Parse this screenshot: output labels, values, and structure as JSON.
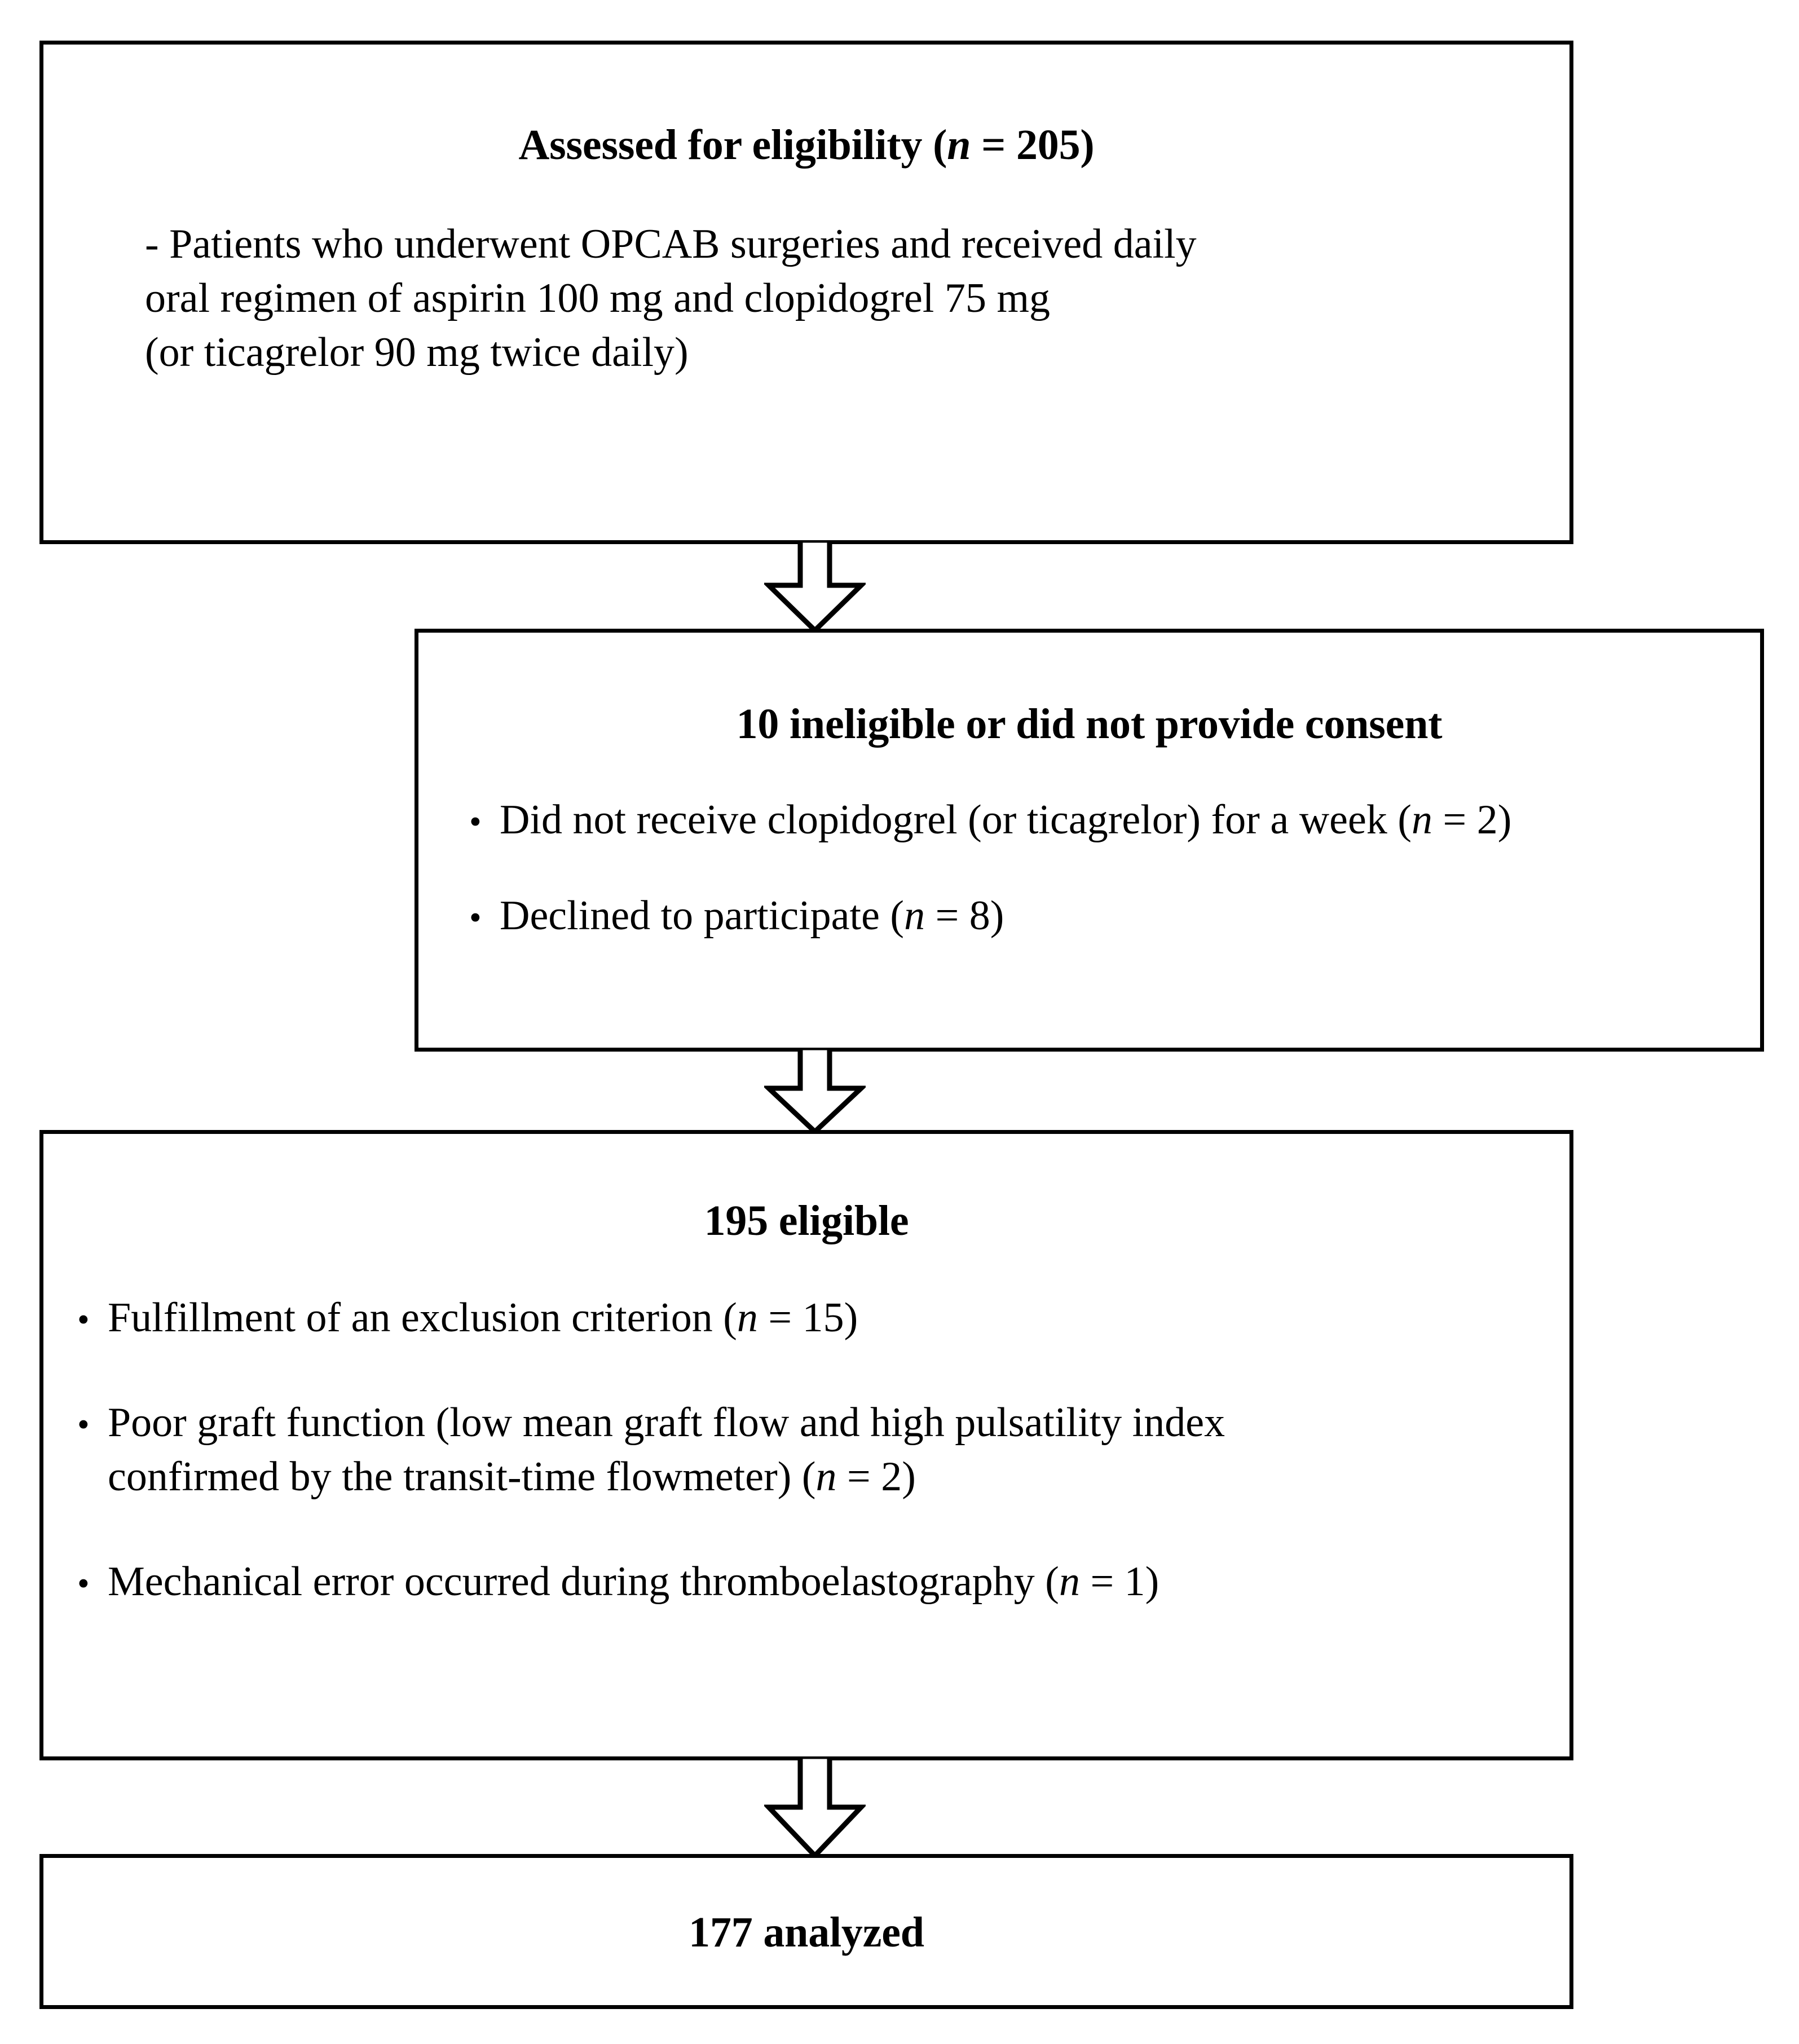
{
  "diagram": {
    "type": "patient-flow-consort",
    "boxes": [
      {
        "id": "assessed",
        "title_prefix": "Assessed for eligibility (",
        "title_italic": "n",
        "title_suffix": " = 205)",
        "lines": [
          "- Patients who underwent OPCAB surgeries and received daily",
          "oral regimen of aspirin 100 mg and clopidogrel 75 mg",
          "(or ticagrelor 90 mg twice daily)"
        ]
      },
      {
        "id": "ineligible",
        "title": "10 ineligible or did not provide consent",
        "bullets": [
          {
            "glyph": "•",
            "prefix": "Did not receive clopidogrel (or ticagrelor) for a week (",
            "italic": "n",
            "suffix": " = 2)"
          },
          {
            "glyph": "•",
            "prefix": "Declined to participate (",
            "italic": "n",
            "suffix": " = 8)"
          }
        ]
      },
      {
        "id": "eligible",
        "title": "195 eligible",
        "bullets": [
          {
            "glyph": "•",
            "prefix": "Fulfillment of an exclusion criterion (",
            "italic": "n",
            "suffix": " = 15)"
          },
          {
            "glyph": "•",
            "prefix": "Poor graft function (low mean graft flow and high pulsatility index",
            "continuation_prefix": "confirmed by the transit-time flowmeter) (",
            "italic": "n",
            "suffix": " = 2)"
          },
          {
            "glyph": "•",
            "prefix": "Mechanical error occurred during thromboelastography (",
            "italic": "n",
            "suffix": " = 1)"
          }
        ]
      },
      {
        "id": "analyzed",
        "title": "177 analyzed"
      }
    ],
    "arrows": [
      {
        "id": "arrow-assessed-to-ineligible",
        "direction": "down"
      },
      {
        "id": "arrow-ineligible-to-eligible",
        "direction": "down"
      },
      {
        "id": "arrow-eligible-to-analyzed",
        "direction": "down"
      }
    ],
    "colors": {
      "stroke": "#000000",
      "fill": "#ffffff",
      "text": "#000000"
    }
  }
}
